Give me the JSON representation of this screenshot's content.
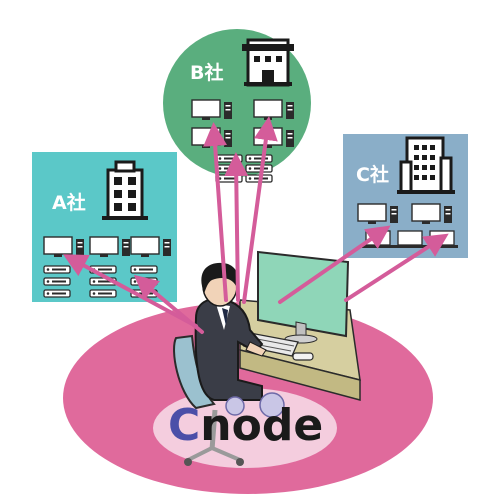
{
  "companies": {
    "a": {
      "label": "A社",
      "color": "#5bc8c8"
    },
    "b": {
      "label": "B社",
      "color": "#5aae7e"
    },
    "c": {
      "label": "C社",
      "color": "#8aaec8"
    }
  },
  "brand": {
    "name_first": "C",
    "name_rest": "node",
    "first_color": "#4b4fa8",
    "rest_color": "#1a1a1a"
  },
  "colors": {
    "ellipse": "#e06a9c",
    "arrow": "#d45c9a",
    "desk": "#d6cfa0",
    "monitor_screen": "#8fd6b8"
  },
  "icons": [
    "office-building-icon",
    "desktop-pc-icon",
    "server-rack-icon",
    "person-at-desk-icon",
    "keyboard-icon",
    "mouse-icon"
  ]
}
